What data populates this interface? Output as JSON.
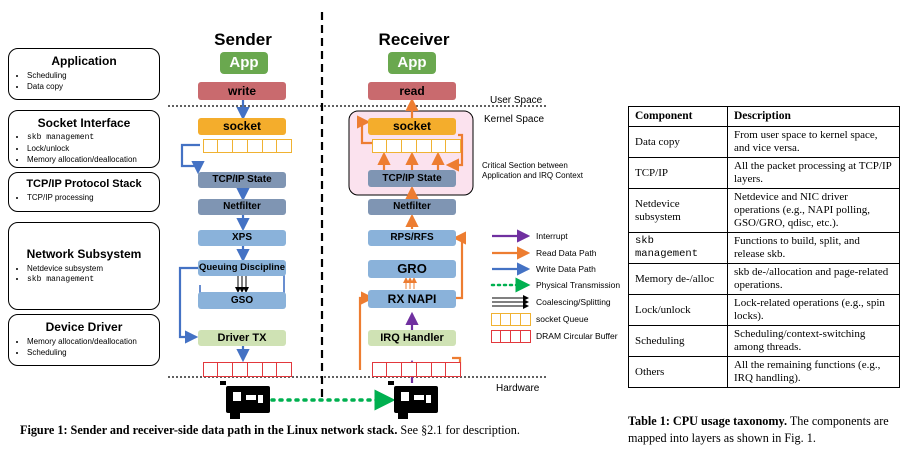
{
  "layers": [
    {
      "title": "Application",
      "items": [
        "Scheduling",
        "Data copy"
      ]
    },
    {
      "title": "Socket Interface",
      "items": [
        "skb management",
        "Lock/unlock",
        "Memory allocation/deallocation"
      ]
    },
    {
      "title": "TCP/IP Protocol Stack",
      "items": [
        "TCP/IP processing"
      ]
    },
    {
      "title": "Network Subsystem",
      "items": [
        "Netdevice subsystem",
        "skb management"
      ]
    },
    {
      "title": "Device Driver",
      "items": [
        "Memory allocation/deallocation",
        "Scheduling"
      ]
    }
  ],
  "sender": {
    "heading": "Sender",
    "app": "App",
    "write": "write",
    "socket": "socket",
    "tcpip": "TCP/IP State",
    "netfilter": "Netfilter",
    "xps": "XPS",
    "qdisc": "Queuing Discipline",
    "gso": "GSO",
    "driver_tx": "Driver TX"
  },
  "receiver": {
    "heading": "Receiver",
    "app": "App",
    "read": "read",
    "socket": "socket",
    "tcpip": "TCP/IP State",
    "netfilter": "Netfilter",
    "rpsrfs": "RPS/RFS",
    "gro": "GRO",
    "rxnapi": "RX NAPI",
    "irq": "IRQ Handler"
  },
  "spaces": {
    "user": "User Space",
    "kernel": "Kernel Space",
    "hardware": "Hardware"
  },
  "critical": "Critical Section between Application and IRQ Context",
  "legend": [
    {
      "label": "Interrupt",
      "color": "#7030a0",
      "kind": "arrow"
    },
    {
      "label": "Read Data Path",
      "color": "#ed7d31",
      "kind": "arrow"
    },
    {
      "label": "Write Data Path",
      "color": "#4472c4",
      "kind": "arrow"
    },
    {
      "label": "Physical Transmission",
      "color": "#00b050",
      "kind": "dotted"
    },
    {
      "label": "Coalescing/Splitting",
      "color": "#000000",
      "kind": "lines"
    },
    {
      "label": "socket Queue",
      "color": "#f0b232",
      "kind": "queue"
    },
    {
      "label": "DRAM Circular Buffer",
      "color": "#e2383d",
      "kind": "ring"
    }
  ],
  "figure_caption": {
    "bold": "Figure 1: Sender and receiver-side data path in the Linux network stack.",
    "rest": " See §2.1 for description."
  },
  "table": {
    "headers": [
      "Component",
      "Description"
    ],
    "rows": [
      [
        "Data copy",
        "From user space to kernel space, and vice versa."
      ],
      [
        "TCP/IP",
        "All the packet processing at TCP/IP layers."
      ],
      [
        "Netdevice subsystem",
        "Netdevice and NIC driver operations (e.g., NAPI polling, GSO/GRO, qdisc, etc.)."
      ],
      [
        "skb management",
        "Functions to build, split, and release skb."
      ],
      [
        "Memory de-/alloc",
        "skb de-/allocation and page-related operations."
      ],
      [
        "Lock/unlock",
        "Lock-related operations (e.g., spin locks)."
      ],
      [
        "Scheduling",
        "Scheduling/context-switching among threads."
      ],
      [
        "Others",
        "All the remaining functions (e.g., IRQ handling)."
      ]
    ]
  },
  "table_caption": {
    "bold": "Table 1: CPU usage taxonomy.",
    "rest": " The components are mapped into layers as shown in Fig. 1."
  }
}
